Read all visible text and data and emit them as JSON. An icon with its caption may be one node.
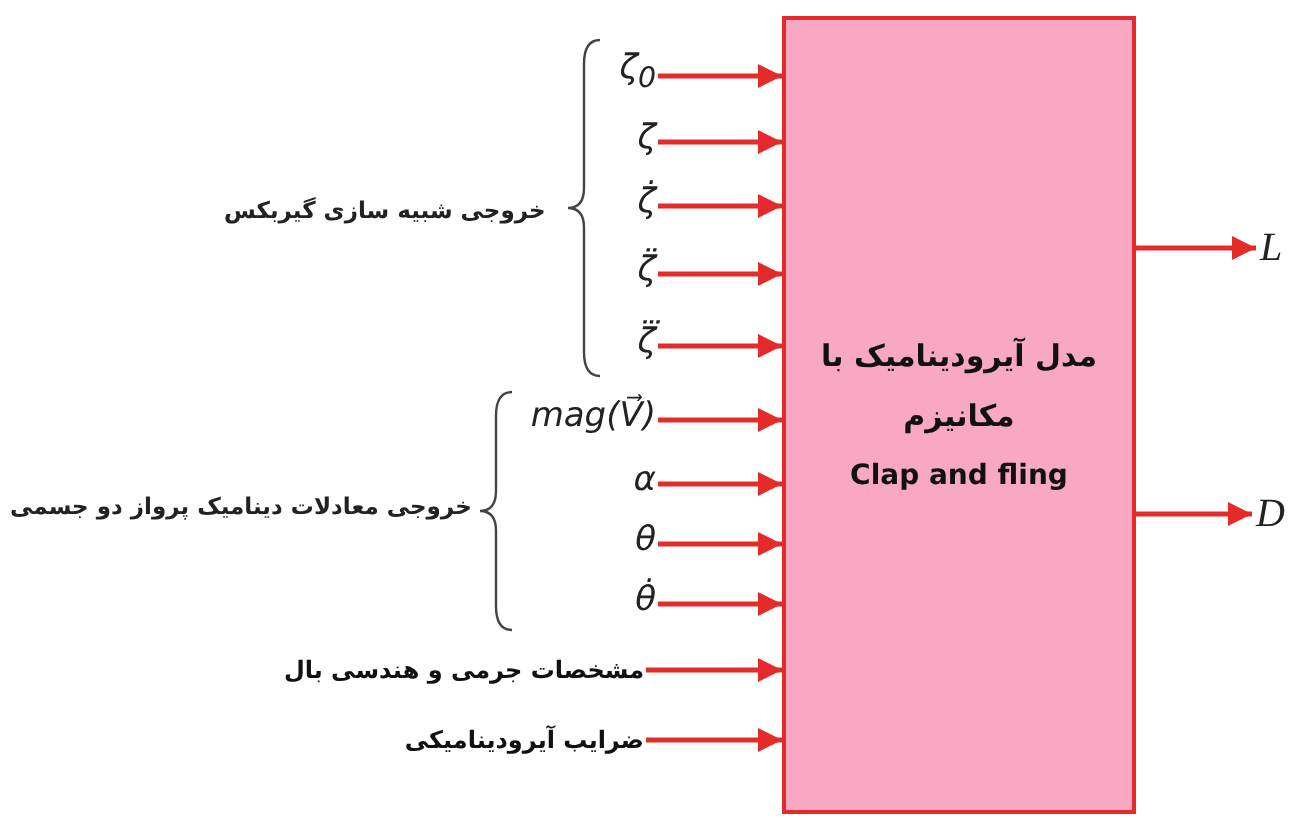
{
  "diagram": {
    "nodes": [
      {
        "text": [
          "ζ$_{0}$"
        ]
      },
      {
        "text": [
          "ζ"
        ]
      },
      {
        "text": [
          "ζ̇"
        ]
      },
      {
        "text": [
          "ζ̈"
        ]
      },
      {
        "text": [
          "ζ⃛"
        ]
      },
      {
        "text": [
          "mag(V⃗)"
        ]
      },
      {
        "text": [
          "α"
        ]
      },
      {
        "text": [
          "θ"
        ]
      },
      {
        "text": [
          "θ̇"
        ]
      },
      {
        "text": [
          "مشخصات جرمی و هندسی بال"
        ]
      },
      {
        "text": [
          "ضرایب آیرودینامیکی"
        ]
      },
      {
        "text": [
          "مدل آیرودینامیک با مکانیزم",
          "Clap and fling"
        ]
      },
      {
        "text": [
          "L"
        ]
      },
      {
        "text": [
          "D"
        ]
      }
    ],
    "edges": [
      {
        "from": 0,
        "to": 11,
        "arrow": "to"
      },
      {
        "from": 1,
        "to": 11,
        "arrow": "to"
      },
      {
        "from": 2,
        "to": 11,
        "arrow": "to"
      },
      {
        "from": 3,
        "to": 11,
        "arrow": "to"
      },
      {
        "from": 4,
        "to": 11,
        "arrow": "to"
      },
      {
        "from": 5,
        "to": 11,
        "arrow": "to"
      },
      {
        "from": 6,
        "to": 11,
        "arrow": "to"
      },
      {
        "from": 7,
        "to": 11,
        "arrow": "to"
      },
      {
        "from": 8,
        "to": 11,
        "arrow": "to"
      },
      {
        "from": 9,
        "to": 11,
        "arrow": "to"
      },
      {
        "from": 10,
        "to": 11,
        "arrow": "to"
      },
      {
        "from": 11,
        "to": 12,
        "arrow": "to"
      },
      {
        "from": 11,
        "to": 13,
        "arrow": "to"
      }
    ],
    "labels": [
      "خروجی شبیه سازی گیربکس",
      "خروجی معادلات دینامیک پرواز دو جسمی"
    ]
  }
}
